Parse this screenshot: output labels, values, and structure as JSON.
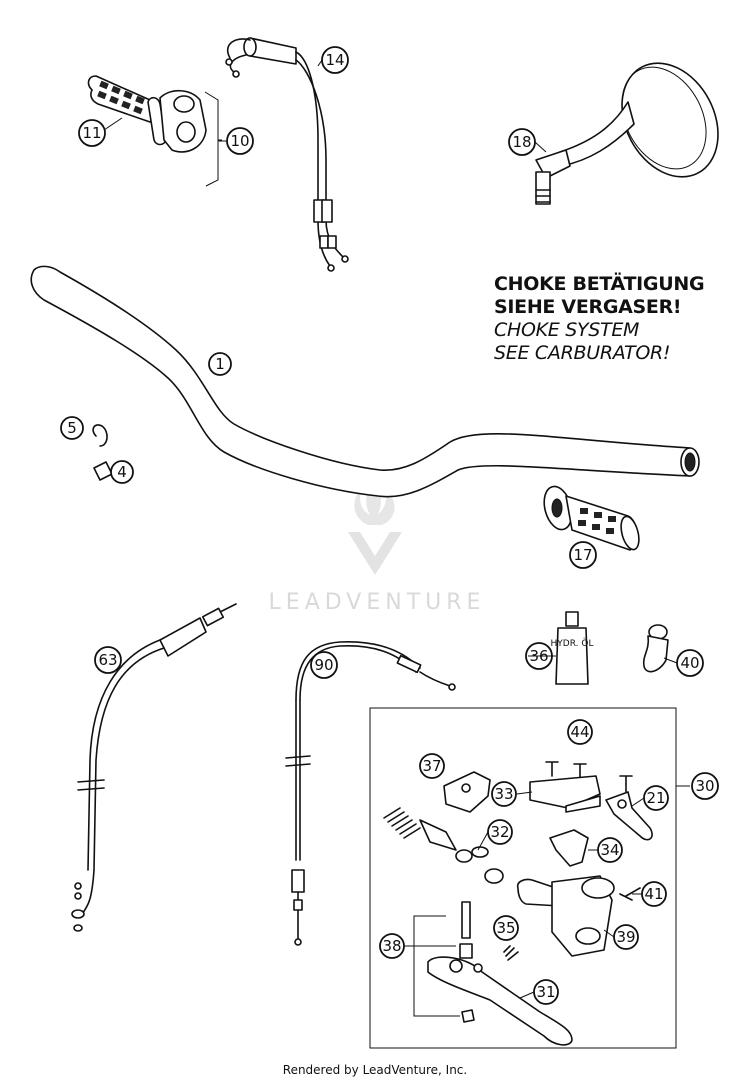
{
  "note": {
    "line1": "CHOKE BETÄTIGUNG",
    "line2": "SIEHE VERGASER!",
    "line3": "CHOKE SYSTEM",
    "line4": "SEE CARBURATOR!"
  },
  "watermark": "LEADVENTURE",
  "footer": "Rendered by LeadVenture, Inc.",
  "oil_label": "HYDR. ÖL",
  "callouts": [
    "1",
    "4",
    "5",
    "10",
    "11",
    "14",
    "17",
    "18",
    "21",
    "30",
    "31",
    "32",
    "33",
    "34",
    "35",
    "36",
    "37",
    "38",
    "39",
    "40",
    "41",
    "44",
    "63",
    "90"
  ]
}
